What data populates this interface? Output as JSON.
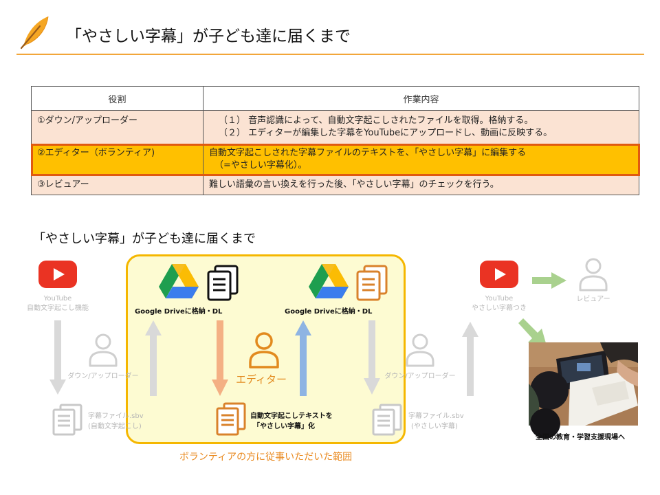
{
  "header": {
    "title": "「やさしい字幕」が子ども達に届くまで",
    "icon": "feather-icon",
    "accent_color": "#f2a63a"
  },
  "roles_table": {
    "headers": [
      "役割",
      "作業内容"
    ],
    "rows": [
      {
        "role": "①ダウン/アップローダー",
        "tasks": [
          "（１） 音声認識によって、自動文字起こしされたファイルを取得。格納する。",
          "（２） エディターが編集した字幕をYouTubeにアップロードし、動画に反映する。"
        ]
      },
      {
        "role": "②エディター（ボランティア)",
        "tasks": [
          "自動文字起こしされた字幕ファイルのテキストを、「やさしい字幕」に編集する",
          "（=やさしい字幕化）。"
        ]
      },
      {
        "role": "③レビュアー",
        "tasks": [
          "難しい語彙の言い換えを行った後、「やさしい字幕」のチェックを行う。"
        ]
      }
    ],
    "colors": {
      "row_bg": "#fbe3d3",
      "highlight_bg": "#ffc000",
      "highlight_border": "#e05a10"
    }
  },
  "flow": {
    "title": "「やさしい字幕」が子ども達に届くまで",
    "youtube_auto": {
      "line1": "YouTube",
      "line2": "自動文字起こし機能"
    },
    "uploader_left": "ダウン/アップローダー",
    "file_auto": {
      "line1": "字幕ファイル.sbv",
      "line2": "(自動文字起こし)"
    },
    "drive_left": "Google Driveに格納・DL",
    "drive_right": "Google Driveに格納・DL",
    "editor": "エディター",
    "edit_text": {
      "line1": "自動文字起こしテキストを",
      "line2": "「やさしい字幕」化"
    },
    "uploader_right": "ダウン/アップローダー",
    "file_easy": {
      "line1": "字幕ファイル.sbv",
      "line2": "(やさしい字幕)"
    },
    "youtube_easy": {
      "line1": "YouTube",
      "line2": "やさしい字幕つき"
    },
    "reviewer": "レビュアー",
    "photo_caption": "全国の教育・学習支援現場へ",
    "volunteer_caption": "ボランティアの方に従事いただいた範囲",
    "colors": {
      "youtube_red": "#ea3323",
      "volunteer_fill": "#fdfbd2",
      "volunteer_border": "#f5b700",
      "editor_orange": "#e28a1e",
      "arrow_salmon": "#f4b084",
      "arrow_blue": "#8eb4e3",
      "arrow_grey": "#d9d9d9",
      "arrow_green": "#a9d18e"
    }
  }
}
